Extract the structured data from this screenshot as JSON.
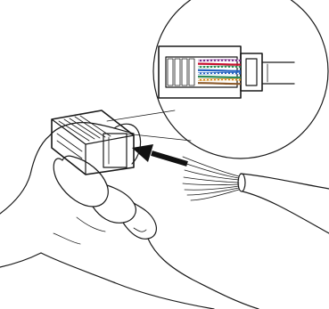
{
  "figure": {
    "kind": "line-illustration",
    "subject": "rj45-connector-crimping"
  },
  "colors": {
    "ink": "#1a1a1a",
    "paper": "#ffffff",
    "arrow": "#111111"
  },
  "wire_pairs": [
    {
      "name": "pair-1",
      "colors": [
        "#7a2a8a",
        "#c8102e"
      ]
    },
    {
      "name": "pair-2",
      "colors": [
        "#2e8b57",
        "#1f5fbf"
      ]
    },
    {
      "name": "pair-3",
      "colors": [
        "#1f5fbf",
        "#2e8b57"
      ]
    },
    {
      "name": "pair-4",
      "colors": [
        "#d98c1a",
        "#8b5a2b"
      ]
    }
  ],
  "icons": {
    "arrow": "insert-arrow-icon",
    "connector": "rj45-plug-icon",
    "cable": "ethernet-cable-icon",
    "hand": "hand-icon",
    "magnifier": "detail-callout-icon"
  }
}
